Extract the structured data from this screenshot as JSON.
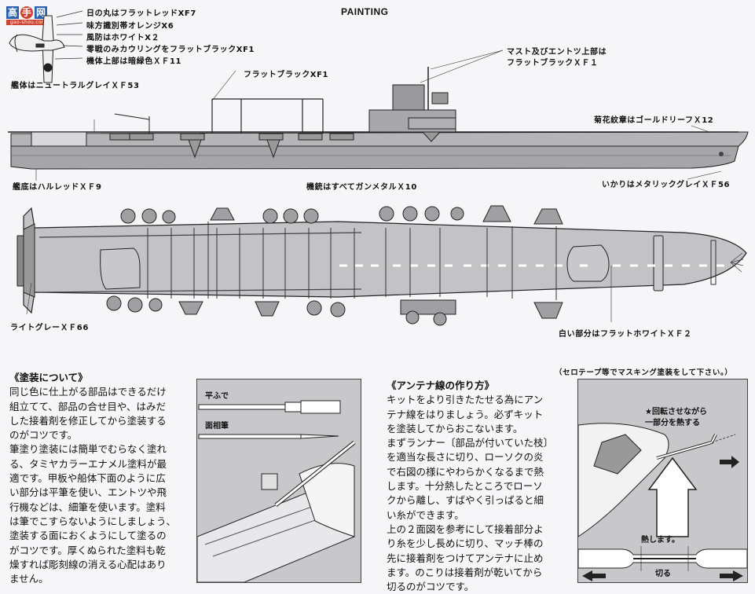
{
  "header": {
    "title": "PAINTING",
    "watermark": {
      "chars": [
        "高",
        "手",
        "网"
      ],
      "url": "gao-shou.com"
    }
  },
  "aircraft_callouts": [
    "日の丸はフラットレッドXF7",
    "味方識別帯オレンジX6",
    "風防はホワイトX２",
    "零戦のみカウリングをフラットブラックXF1",
    "機体上部は暗緑色ＸＦ11"
  ],
  "side_view_callouts": {
    "hull": "艦体はニュートラルグレイＸＦ53",
    "antenna": "フラットブラックXF1",
    "mast_line1": "マスト及びエントツ上部は",
    "mast_line2": "フラットブラックＸＦ１",
    "crest": "菊花紋章はゴールドリーフＸ12",
    "bottom": "艦底はハルレッドＸＦ9",
    "guns": "機銃はすべてガンメタルＸ10",
    "anchor": "いかりはメタリックグレイＸＦ56"
  },
  "top_view_callouts": {
    "deck": "ライトグレーＸＦ66",
    "white_parts": "白い部分はフラットホワイトＸＦ２"
  },
  "painting_section": {
    "heading": "《塗装について》",
    "lines": [
      "同じ色に仕上がる部品はできるだけ",
      "組立てて、部品の合せ目や、はみだ",
      "した接着剤を修正してから塗装する",
      "のがコツです。",
      "筆塗り塗装には簡単でむらなく塗れ",
      "る、タミヤカラーエナメル塗料が最",
      "適です。甲板や船体下面のように広",
      "い部分は平筆を使い、エントツや飛",
      "行機などは、細筆を使います。塗料",
      "は筆でこすらないようにしましょう、",
      "塗装する面におくようにして塗るの",
      "がコツです。厚くぬられた塗料も乾",
      "燥すれば彫刻線の消える心配はあり",
      "ません。"
    ]
  },
  "brush_panel": {
    "flat_brush": "平ふで",
    "fine_brush": "面相筆"
  },
  "antenna_section": {
    "heading": "《アンテナ線の作り方》",
    "lines": [
      "キットをより引きたたせる為にアン",
      "テナ線をはりましょう。必ずキット",
      "を塗装してからおこないます。",
      "まずランナー〔部品が付いていた枝〕",
      "を適当な長さに切り、ローソクの炎",
      "で右図の様にやわらかくなるまで熱",
      "します。十分熱したところでローソ",
      "クから離し、すばやく引っぱると細",
      "い糸ができます。",
      "上の２面図を参考にして接着部分よ",
      "り糸を少し長めに切り、マッチ棒の",
      "先に接着剤をつけてアンテナに止め",
      "ます。のこりは接着剤が乾いてから",
      "切るのがコツです。"
    ]
  },
  "masking_note": "（セロテープ等でマスキング塗装をして下さい。）",
  "heat_panel": {
    "rotate_line1": "★回転させながら",
    "rotate_line2": "一部分を熱する",
    "heat": "熱します。",
    "cut": "切る"
  },
  "colors": {
    "hull": "#a9a9ab",
    "deck": "#c3c3c5",
    "ink": "#222222",
    "paper": "#f6f5f7"
  }
}
